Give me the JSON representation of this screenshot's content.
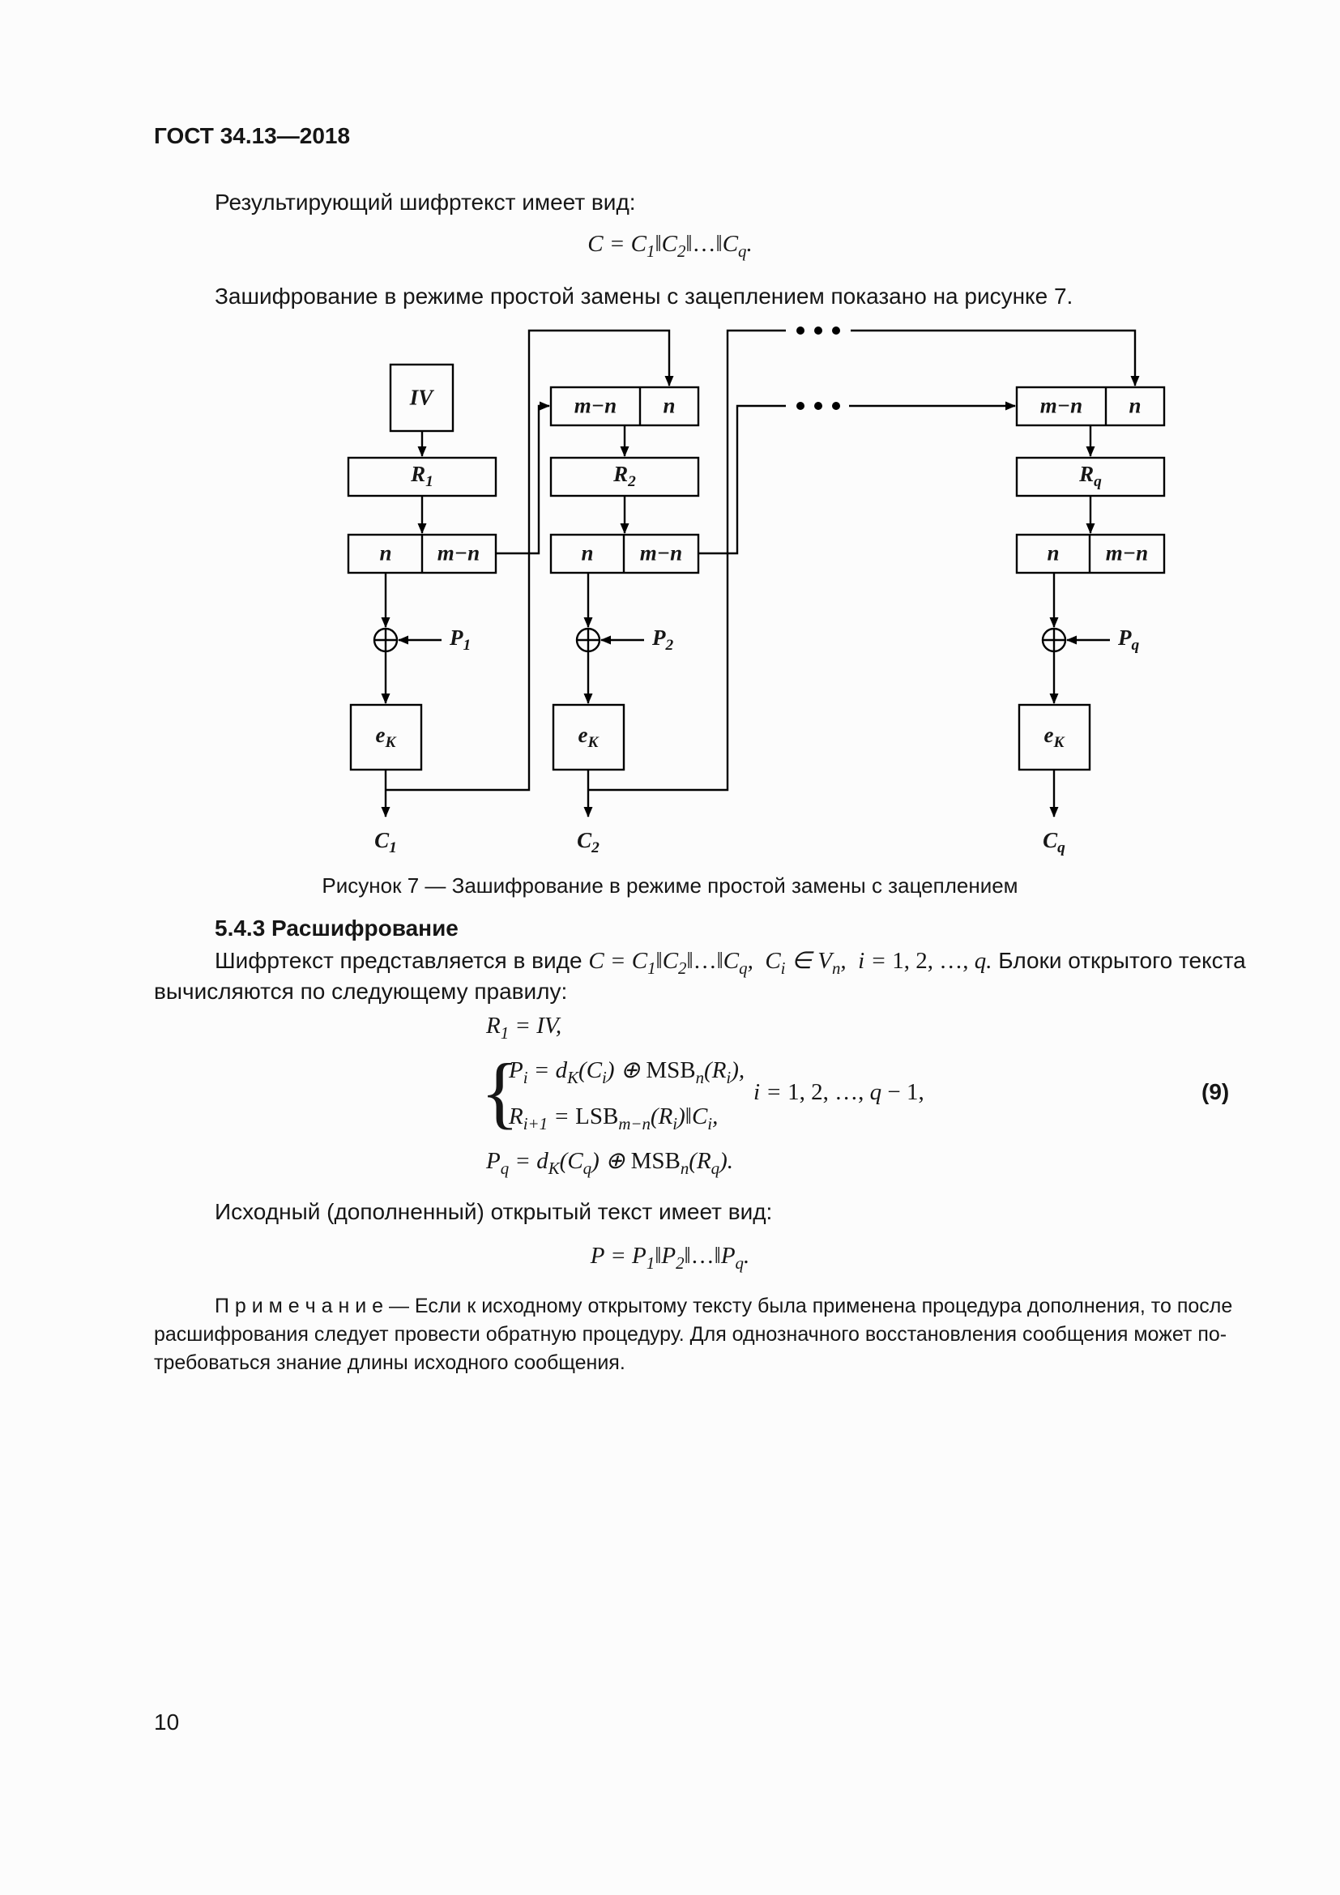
{
  "header": {
    "title": "ГОСТ 34.13—2018"
  },
  "intro": {
    "p1": "Результирующий шифртекст имеет вид:",
    "formula_c": "C = C_{1}[‖]C_{2}[‖…‖]C_{q}.",
    "p2": "Зашифрование в режиме простой замены с зацеплением показано на рисунке 7."
  },
  "figure": {
    "caption": "Рисунок 7 — Зашифрование в режиме простой замены с зацеплением",
    "labels": {
      "iv": "IV",
      "r1": "R_{1}",
      "r2": "R_{2}",
      "rq": "R_{q}",
      "n": "n",
      "mn": "m−n",
      "ek": "e_{K}",
      "p1": "P_{1}",
      "p2": "P_{2}",
      "pq": "P_{q}",
      "c1": "C_{1}",
      "c2": "C_{2}",
      "cq": "C_{q}"
    }
  },
  "section": {
    "heading": "5.4.3 Расшифрование",
    "p1_text1": "Шифртекст представляется в виде ",
    "p1_formula": "C = C_{1}[‖]C_{2}[‖…‖]C_{q},  C_{i} ∈ V_{n},  i = [1, 2, …, ]q.",
    "p1_text2": " Блоки открытого текста",
    "p1_line2": "вычисляются по следующему правилу:",
    "eq_r1": "R_{1} = IV,",
    "brace": "{",
    "eq_sys1": "P_{i} = d_{K}(C_{i}) ⊕ [MSB]_{n}(R_{i}),",
    "eq_sys2": "R_{i+1} = [LSB]_{m−n}(R_{i})[‖]C_{i},",
    "eq_cond": "i = [1, 2, …, ]q[ − 1,]",
    "eq_number": "(9)",
    "eq_pq": "P_{q} = d_{K}(C_{q}) ⊕ [MSB]_{n}(R_{q}).",
    "p2": "Исходный (дополненный) открытый текст имеет вид:",
    "formula_p": "P = P_{1}[‖]P_{2}[‖…‖]P_{q}.",
    "note_lines": [
      "П р и м е ч а н и е  —  Если к исходному открытому тексту была применена процедура дополнения, то после",
      "расшифрования следует провести обратную процедуру. Для однозначного восстановления сообщения может по-",
      "требоваться знание длины исходного сообщения."
    ]
  },
  "footer": {
    "page_number": "10"
  }
}
